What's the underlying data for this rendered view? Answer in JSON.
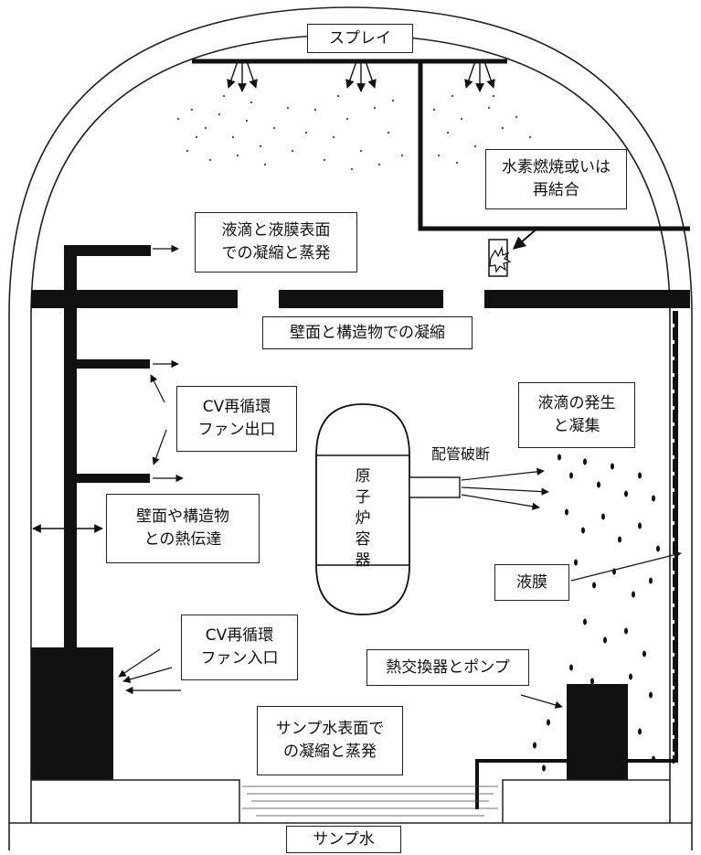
{
  "labels": {
    "spray": "スプレイ",
    "hydrogen_combustion_line1": "水素燃焼或いは",
    "hydrogen_combustion_line2": "再結合",
    "droplet_film_condensation_line1": "液滴と液膜表面",
    "droplet_film_condensation_line2": "での凝縮と蒸発",
    "wall_structure_condensation": "壁面と構造物での凝縮",
    "cv_fan_outlet_line1": "CV再循環",
    "cv_fan_outlet_line2": "ファン出口",
    "droplet_generation_line1": "液滴の発生",
    "droplet_generation_line2": "と凝集",
    "pipe_break": "配管破断",
    "reactor_vessel": "原子炉容器",
    "wall_heat_transfer_line1": "壁面や構造物",
    "wall_heat_transfer_line2": "との熱伝達",
    "liquid_film": "液膜",
    "cv_fan_inlet_line1": "CV再循環",
    "cv_fan_inlet_line2": "ファン入口",
    "heat_exchanger_pump": "熱交換器とポンプ",
    "sump_surface_line1": "サンプ水表面で",
    "sump_surface_line2": "の凝縮と蒸発",
    "sump_water": "サンプ水"
  },
  "colors": {
    "structure": "#111111",
    "line": "#222222",
    "background": "#ffffff"
  }
}
